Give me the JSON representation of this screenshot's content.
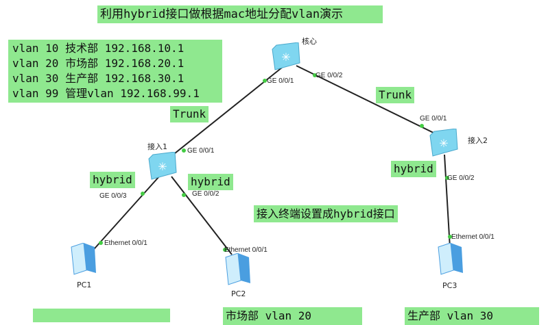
{
  "title": "利用hybrid接口做根据mac地址分配vlan演示",
  "vlans": [
    "vlan 10 技术部 192.168.10.1",
    "vlan 20 市场部 192.168.20.1",
    "vlan 30 生产部 192.168.30.1",
    "vlan 99 管理vlan 192.168.99.1"
  ],
  "devices": {
    "core": "核心",
    "access1": "接入1",
    "access2": "接入2",
    "pc1": "PC1",
    "pc2": "PC2",
    "pc3": "PC3"
  },
  "ports": {
    "core_p1": "GE 0/0/1",
    "core_p2": "GE 0/0/2",
    "a1_up": "GE 0/0/1",
    "a1_p3": "GE 0/0/3",
    "a1_p2": "GE 0/0/2",
    "a2_up": "GE 0/0/1",
    "a2_p2": "GE 0/0/2",
    "pc1": "Ethernet 0/0/1",
    "pc2": "Ethernet 0/0/1",
    "pc3": "Ethernet 0/0/1"
  },
  "link_notes": {
    "trunk1": "Trunk",
    "trunk2": "Trunk",
    "hybrid1": "hybrid",
    "hybrid2": "hybrid",
    "hybrid3": "hybrid"
  },
  "note": "接入终端设置成hybrid接口",
  "bottom": {
    "pc2_note": "市场部 vlan 20",
    "pc3_note": "生产部 vlan 30"
  },
  "colors": {
    "label_bg": "#8fe88f",
    "port_dot": "#44cc44"
  }
}
